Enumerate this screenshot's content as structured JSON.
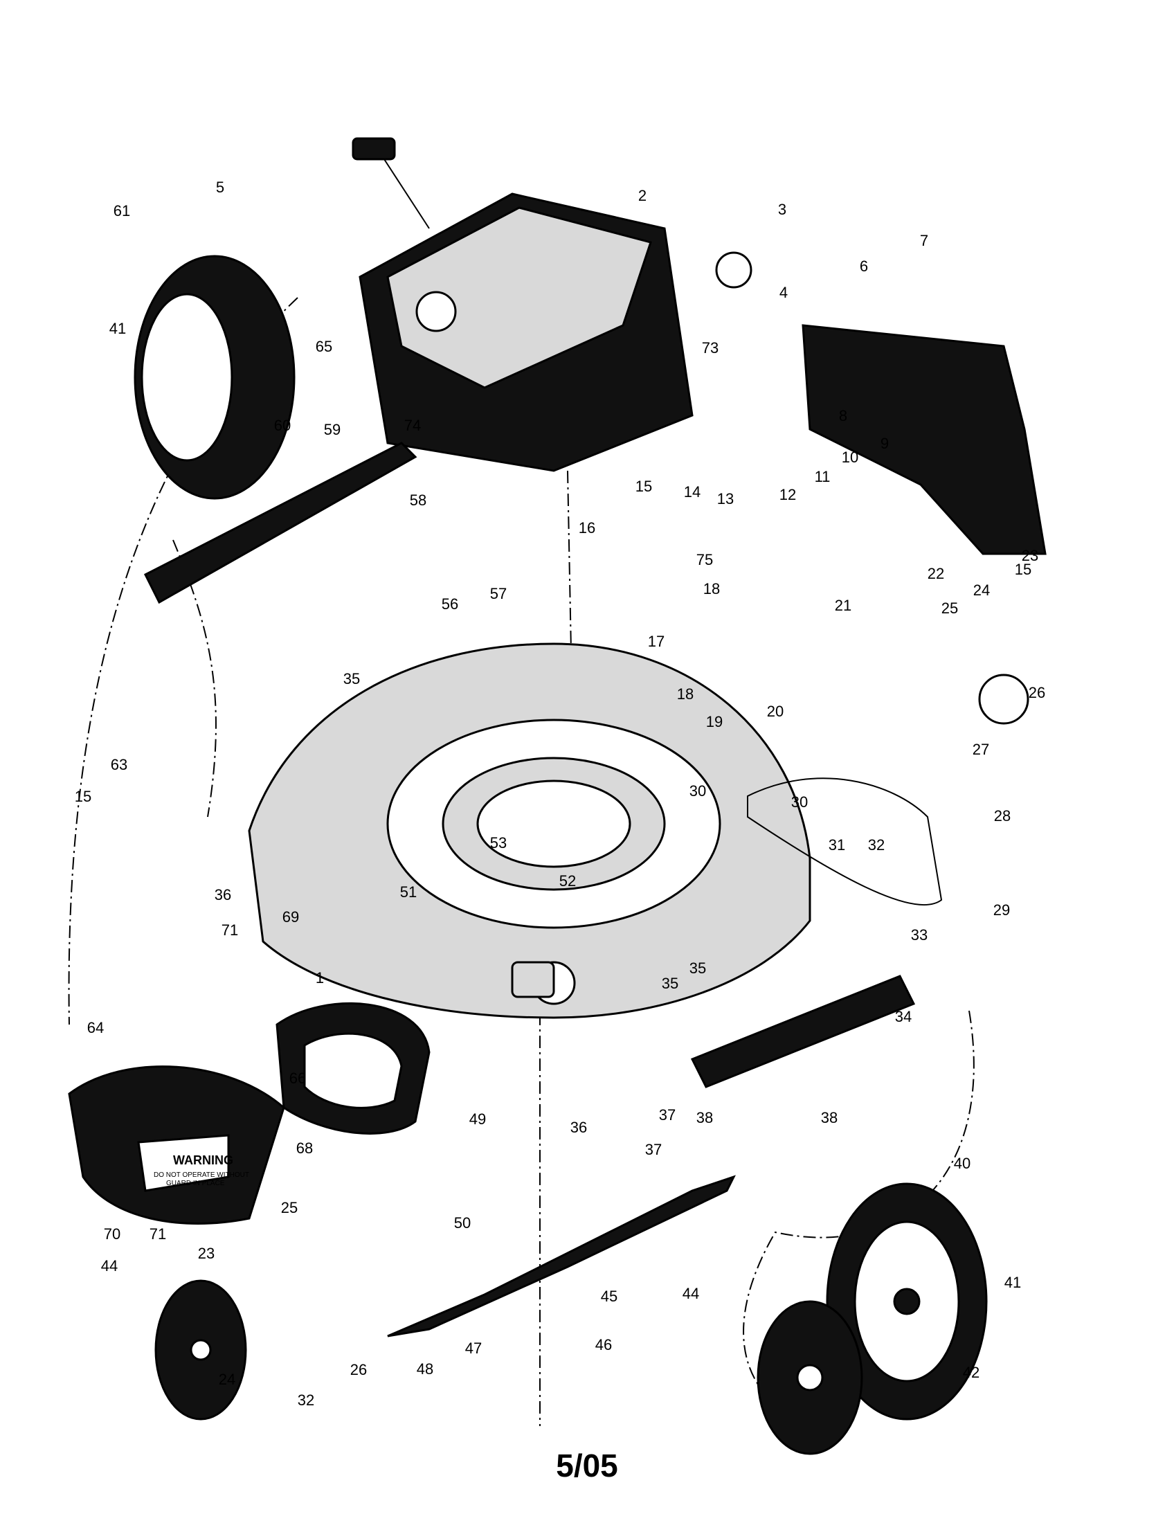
{
  "diagram": {
    "callouts": [
      "1",
      "2",
      "3",
      "4",
      "5",
      "6",
      "7",
      "8",
      "9",
      "10",
      "11",
      "12",
      "13",
      "14",
      "15",
      "15",
      "15",
      "16",
      "17",
      "18",
      "18",
      "19",
      "20",
      "21",
      "22",
      "23",
      "23",
      "24",
      "24",
      "25",
      "25",
      "26",
      "26",
      "27",
      "28",
      "29",
      "30",
      "30",
      "31",
      "32",
      "32",
      "33",
      "34",
      "35",
      "35",
      "35",
      "36",
      "36",
      "37",
      "37",
      "38",
      "38",
      "40",
      "41",
      "41",
      "42",
      "44",
      "44",
      "45",
      "46",
      "47",
      "48",
      "49",
      "50",
      "51",
      "52",
      "53",
      "56",
      "57",
      "58",
      "59",
      "60",
      "61",
      "63",
      "64",
      "65",
      "66",
      "68",
      "69",
      "70",
      "71",
      "71",
      "73",
      "74",
      "75"
    ],
    "warning_label": "WARNING",
    "warning_small_text": [
      "DO NOT OPERATE WITHOUT",
      "GUARD IN PLACE"
    ]
  },
  "footer": {
    "date": "5/05"
  }
}
